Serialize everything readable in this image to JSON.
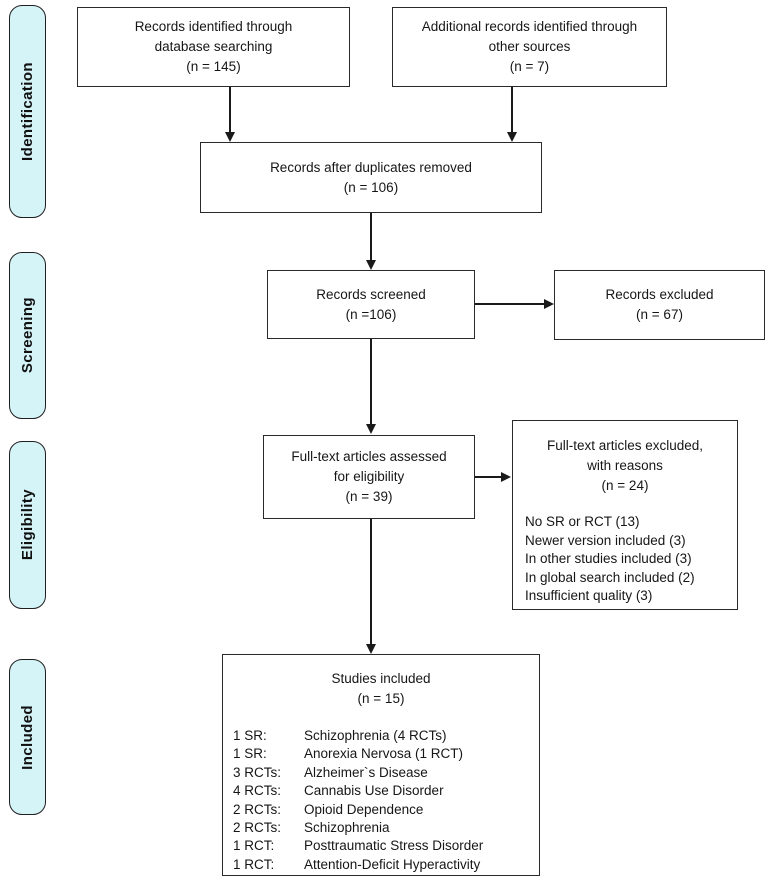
{
  "stages": {
    "identification": "Identification",
    "screening": "Screening",
    "eligibility": "Eligibility",
    "included": "Included"
  },
  "boxes": {
    "records_identified": "Records identified through\ndatabase searching\n(n = 145)",
    "additional_records": "Additional records identified through\nother sources\n(n = 7)",
    "duplicates_removed": "Records after duplicates removed\n(n = 106)",
    "records_screened": "Records screened\n(n =106)",
    "records_excluded": "Records excluded\n(n = 67)",
    "fulltext_assessed": "Full-text articles assessed\nfor eligibility\n(n = 39)",
    "fulltext_excluded": {
      "header": "Full-text articles excluded,\nwith reasons\n(n = 24)",
      "reasons": [
        "No SR or RCT (13)",
        "Newer version included (3)",
        "In other studies included (3)",
        "In global search included (2)",
        "Insufficient quality (3)"
      ]
    },
    "studies_included": {
      "header": "Studies included\n(n = 15)",
      "items": [
        {
          "count": "1 SR:",
          "condition": "Schizophrenia (4 RCTs)"
        },
        {
          "count": "1 SR:",
          "condition": "Anorexia Nervosa (1 RCT)"
        },
        {
          "count": "3 RCTs:",
          "condition": "Alzheimer`s Disease"
        },
        {
          "count": "4 RCTs:",
          "condition": "Cannabis Use Disorder"
        },
        {
          "count": "2 RCTs:",
          "condition": "Opioid Dependence"
        },
        {
          "count": "2 RCTs:",
          "condition": "Schizophrenia"
        },
        {
          "count": "1 RCT:",
          "condition": "Posttraumatic Stress Disorder"
        },
        {
          "count": "1 RCT:",
          "condition": "Attention-Deficit Hyperactivity"
        }
      ]
    }
  },
  "colors": {
    "stage_fill": "#d5f4f8",
    "box_fill": "#ffffff",
    "line": "#1a1a1a"
  }
}
